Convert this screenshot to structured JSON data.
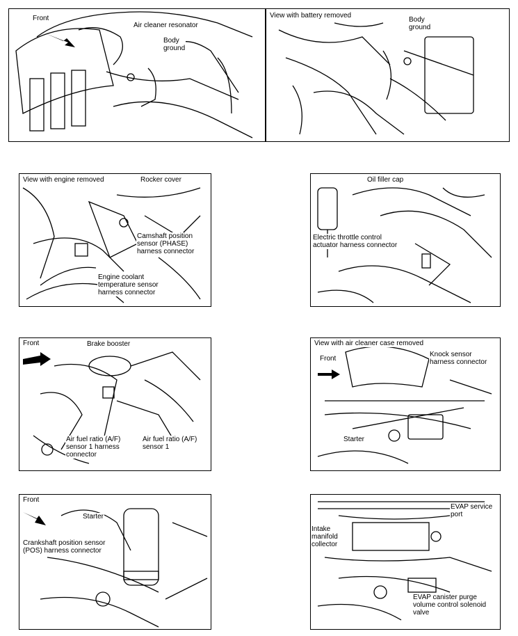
{
  "panels": [
    {
      "id": "top-left",
      "labels": {
        "front": "Front",
        "resonator": "Air cleaner resonator",
        "ground": "Body\nground"
      }
    },
    {
      "id": "top-right",
      "labels": {
        "view": "View with battery removed",
        "ground": "Body\nground"
      }
    },
    {
      "id": "engine-removed",
      "labels": {
        "view": "View with engine removed",
        "rocker": "Rocker cover",
        "camshaft": "Camshaft position\nsensor (PHASE)\nharness connector",
        "coolant": "Engine coolant\ntemperature sensor\nharness connector"
      }
    },
    {
      "id": "oil-filler",
      "labels": {
        "oil": "Oil filler cap",
        "throttle": "Electric throttle control\nactuator harness connector"
      }
    },
    {
      "id": "brake",
      "labels": {
        "front": "Front",
        "booster": "Brake booster",
        "af1": "Air fuel ratio (A/F)\nsensor 1 harness\nconnector",
        "af2": "Air fuel ratio (A/F)\nsensor 1"
      }
    },
    {
      "id": "air-cleaner",
      "labels": {
        "view": "View with air cleaner case removed",
        "front": "Front",
        "knock": "Knock sensor\nharness connector",
        "starter": "Starter"
      }
    },
    {
      "id": "crankshaft",
      "labels": {
        "front": "Front",
        "starter": "Starter",
        "crank": "Crankshaft position sensor\n(POS) harness connector"
      }
    },
    {
      "id": "evap",
      "labels": {
        "evap_port": "EVAP service\nport",
        "intake": "Intake\nmanifold\ncollector",
        "evap_valve": "EVAP canister purge\nvolume control solenoid\nvalve"
      }
    }
  ]
}
